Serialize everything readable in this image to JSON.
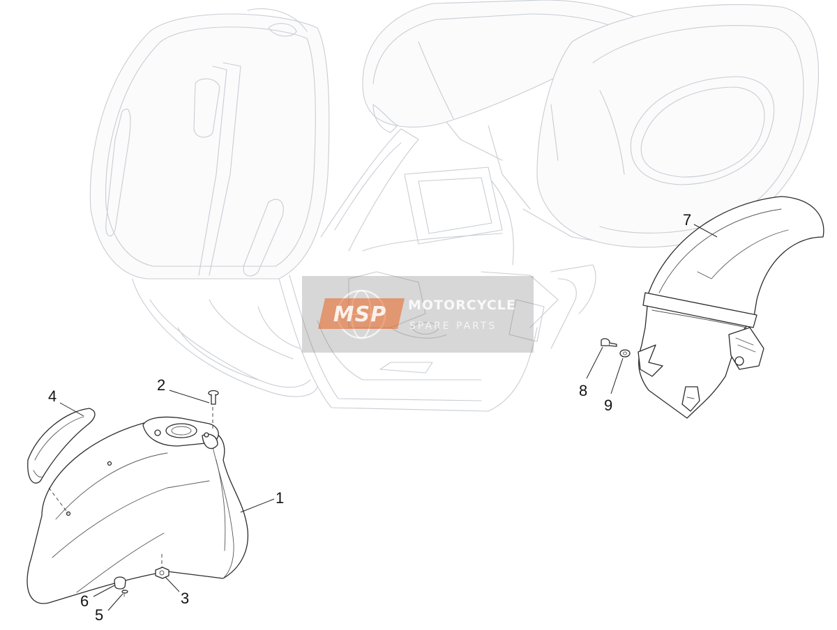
{
  "watermark": {
    "logo_text": "MSP",
    "line1": "MOTORCYCLE",
    "line2": "SPARE PARTS",
    "accent_color": "#e8621f"
  },
  "callouts": [
    {
      "id": "1",
      "label": "1"
    },
    {
      "id": "2",
      "label": "2"
    },
    {
      "id": "3",
      "label": "3"
    },
    {
      "id": "4",
      "label": "4"
    },
    {
      "id": "5",
      "label": "5"
    },
    {
      "id": "6",
      "label": "6"
    },
    {
      "id": "7",
      "label": "7"
    },
    {
      "id": "8",
      "label": "8"
    },
    {
      "id": "9",
      "label": "9"
    }
  ]
}
